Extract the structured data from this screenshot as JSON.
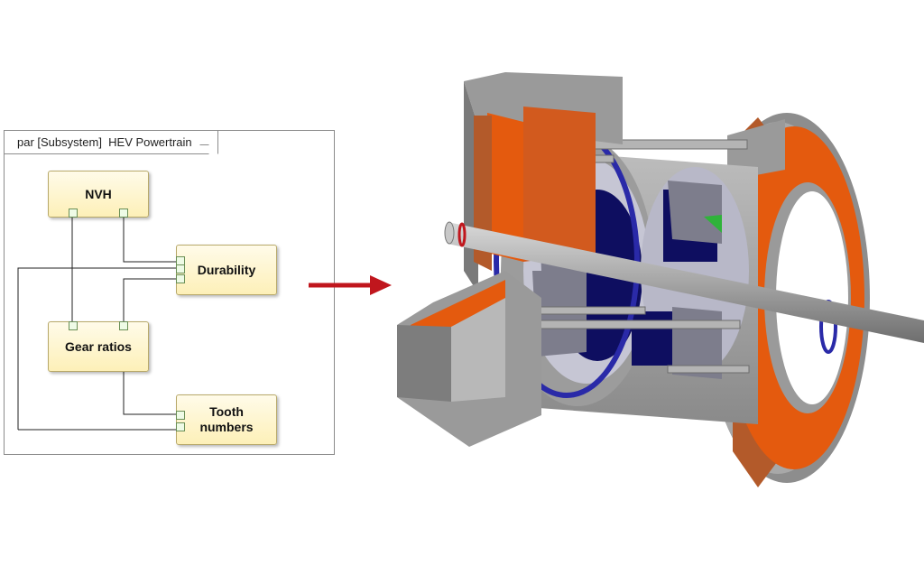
{
  "diagram": {
    "frame_title": "par [Subsystem]  HEV Powertrain",
    "blocks": {
      "nvh": "NVH",
      "durability": "Durability",
      "gear_ratios": "Gear ratios",
      "tooth_numbers_line1": "Tooth",
      "tooth_numbers_line2": "numbers"
    }
  },
  "colors": {
    "arrow": "#c0161d",
    "housing_orange": "#e45a0e",
    "housing_gray": "#9a9a9a",
    "ring_blue": "#2a2aa8",
    "shaft": "#8e8e8e"
  },
  "icons": [
    "right-arrow-icon",
    "gearbox-cutaway-illustration"
  ]
}
